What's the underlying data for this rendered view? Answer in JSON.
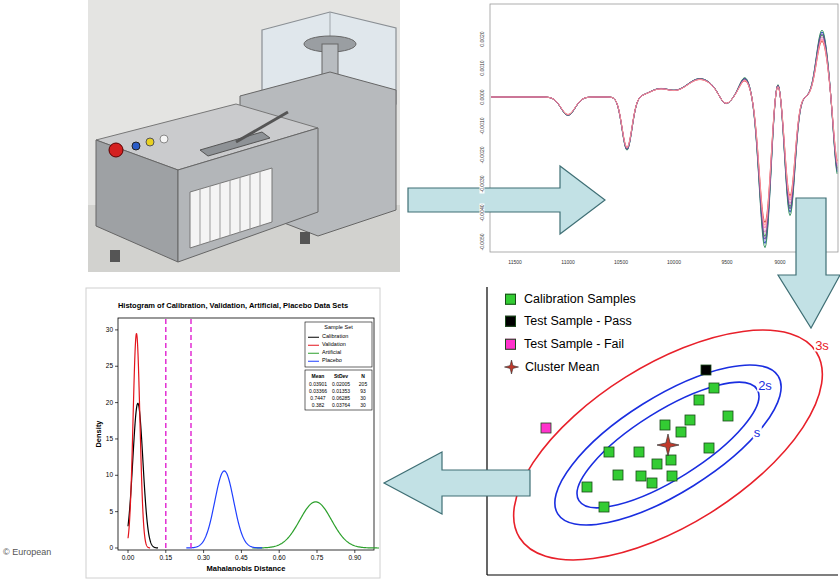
{
  "diagram": {
    "labels": [
      "Histogram of Calibration, Validation, Artificial, Placebo Data Sets",
      "Sample Set",
      "Mean",
      "StDev",
      "N",
      "0.03901",
      "0.02005",
      "205",
      "0.03366",
      "0.01353",
      "93",
      "0.7447",
      "0.06285",
      "30",
      "0.382",
      "0.03764",
      "30",
      "Density",
      "Mahalanobis Distance",
      "0.00",
      "0.15",
      "0.30",
      "0.45",
      "0.60",
      "0.75",
      "0.90",
      "0",
      "5",
      "10",
      "15",
      "20",
      "25",
      "30",
      "s",
      "2s",
      "3s",
      "© European",
      "11500",
      "11000",
      "10500",
      "10000",
      "9500",
      "9000",
      "0.0020",
      "0.0010",
      "0.0000",
      "-0.0010",
      "-0.0020",
      "-0.0030",
      "-0.0040",
      "-0.0050"
    ],
    "legend": [
      {
        "text": "Calibration Samples",
        "color": "#33cc33"
      },
      {
        "text": "Test Sample - Pass",
        "color": "#000000"
      },
      {
        "text": "Test Sample - Fail",
        "color": "#ff33cc"
      },
      {
        "text": "Cluster Mean"
      },
      {
        "text": "Calibration"
      },
      {
        "text": "Validation"
      },
      {
        "text": "Artificial"
      },
      {
        "text": "Placebo"
      }
    ]
  }
}
